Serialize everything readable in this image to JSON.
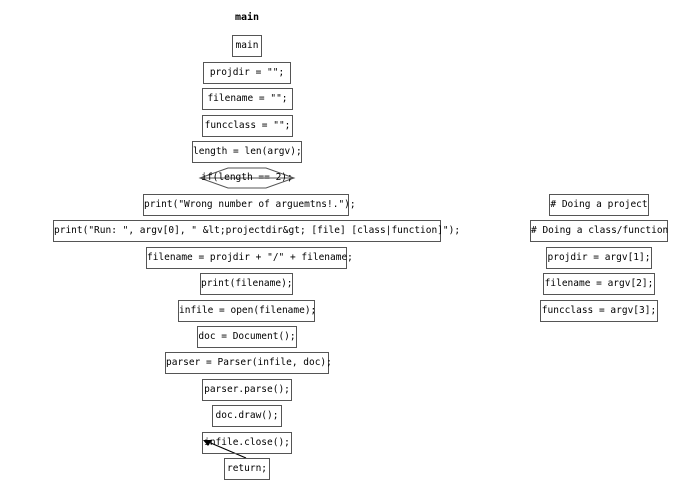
{
  "title": "main",
  "left_column": {
    "entry": "main",
    "projdir_init": "projdir = \"\";",
    "filename_init": "filename = \"\";",
    "funcclass_init": "funcclass = \"\";",
    "length": "length = len(argv);",
    "decision": "if(length == 2);",
    "print_wrong": "print(\"Wrong number of arguemtns!.\");",
    "print_usage": "print(\"Run: \", argv[0], \" &lt;projectdir&gt; [file] [class|function]\");",
    "filename_join": "filename = projdir + \"/\" + filename;",
    "print_filename": "print(filename);",
    "infile_open": "infile = open(filename);",
    "doc_new": "doc = Document();",
    "parser_new": "parser = Parser(infile, doc);",
    "parse": "parser.parse();",
    "draw": "doc.draw();",
    "close": "infile.close();",
    "return": "return;"
  },
  "right_column": {
    "comment_project": "# Doing a project",
    "comment_class": "# Doing a class/function",
    "projdir_assign": "projdir = argv[1];",
    "filename_assign": "filename = argv[2];",
    "funcclass_assign": "funcclass = argv[3];"
  },
  "colors": {
    "border": "#555555",
    "text": "#000000",
    "edge": "#000000"
  }
}
